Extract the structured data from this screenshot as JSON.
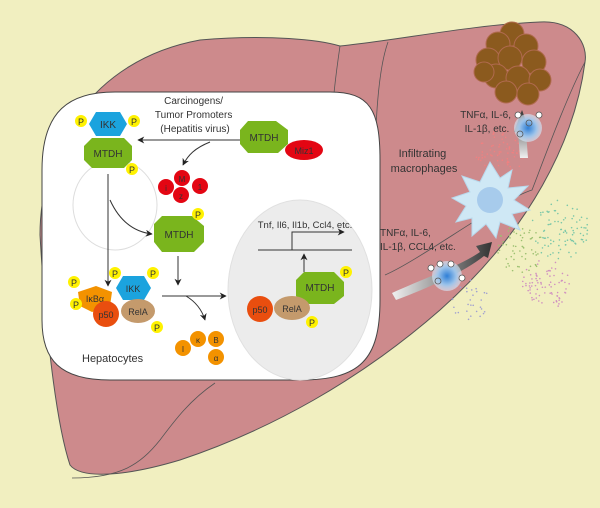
{
  "colors": {
    "background": "#f1efc0",
    "liver": "#cd8a8c",
    "liver_outline": "#555555",
    "cell_panel": "#ffffff",
    "nucleus": "#ececec",
    "mtdh": "#7ab51d",
    "ikk": "#1ba3de",
    "phospho": "#fff200",
    "miz1": "#e30613",
    "ikba": "#f39200",
    "p50": "#e94e0f",
    "rela": "#c49a6c",
    "tumor": "#8b5a1e",
    "macrophage": "#cfe8f5",
    "monocyte": "#4d90d6"
  },
  "labels": {
    "stimulus": [
      "Carcinogens/",
      "Tumor Promoters",
      "(Hepatitis virus)"
    ],
    "hepatocytes": "Hepatocytes",
    "target_genes": "Tnf, Il6, Il1b, Ccl4, etc.",
    "infiltrating": [
      "Infiltrating",
      "macrophages"
    ],
    "cytokines_upper": [
      "TNFα, IL-6,",
      "IL-1β, etc."
    ],
    "cytokines_lower": [
      "TNFα, IL-6,",
      "IL-1β, CCL4, etc."
    ]
  },
  "proteins": {
    "mtdh": "MTDH",
    "ikk": "IKK",
    "phospho": "P",
    "miz1": "Miz1",
    "miz1_parts": [
      "M",
      "i",
      "z",
      "1"
    ],
    "ikba": "IκBα",
    "ikba_parts": [
      "I",
      "κ",
      "B",
      "α"
    ],
    "p50": "p50",
    "rela": "RelA"
  }
}
